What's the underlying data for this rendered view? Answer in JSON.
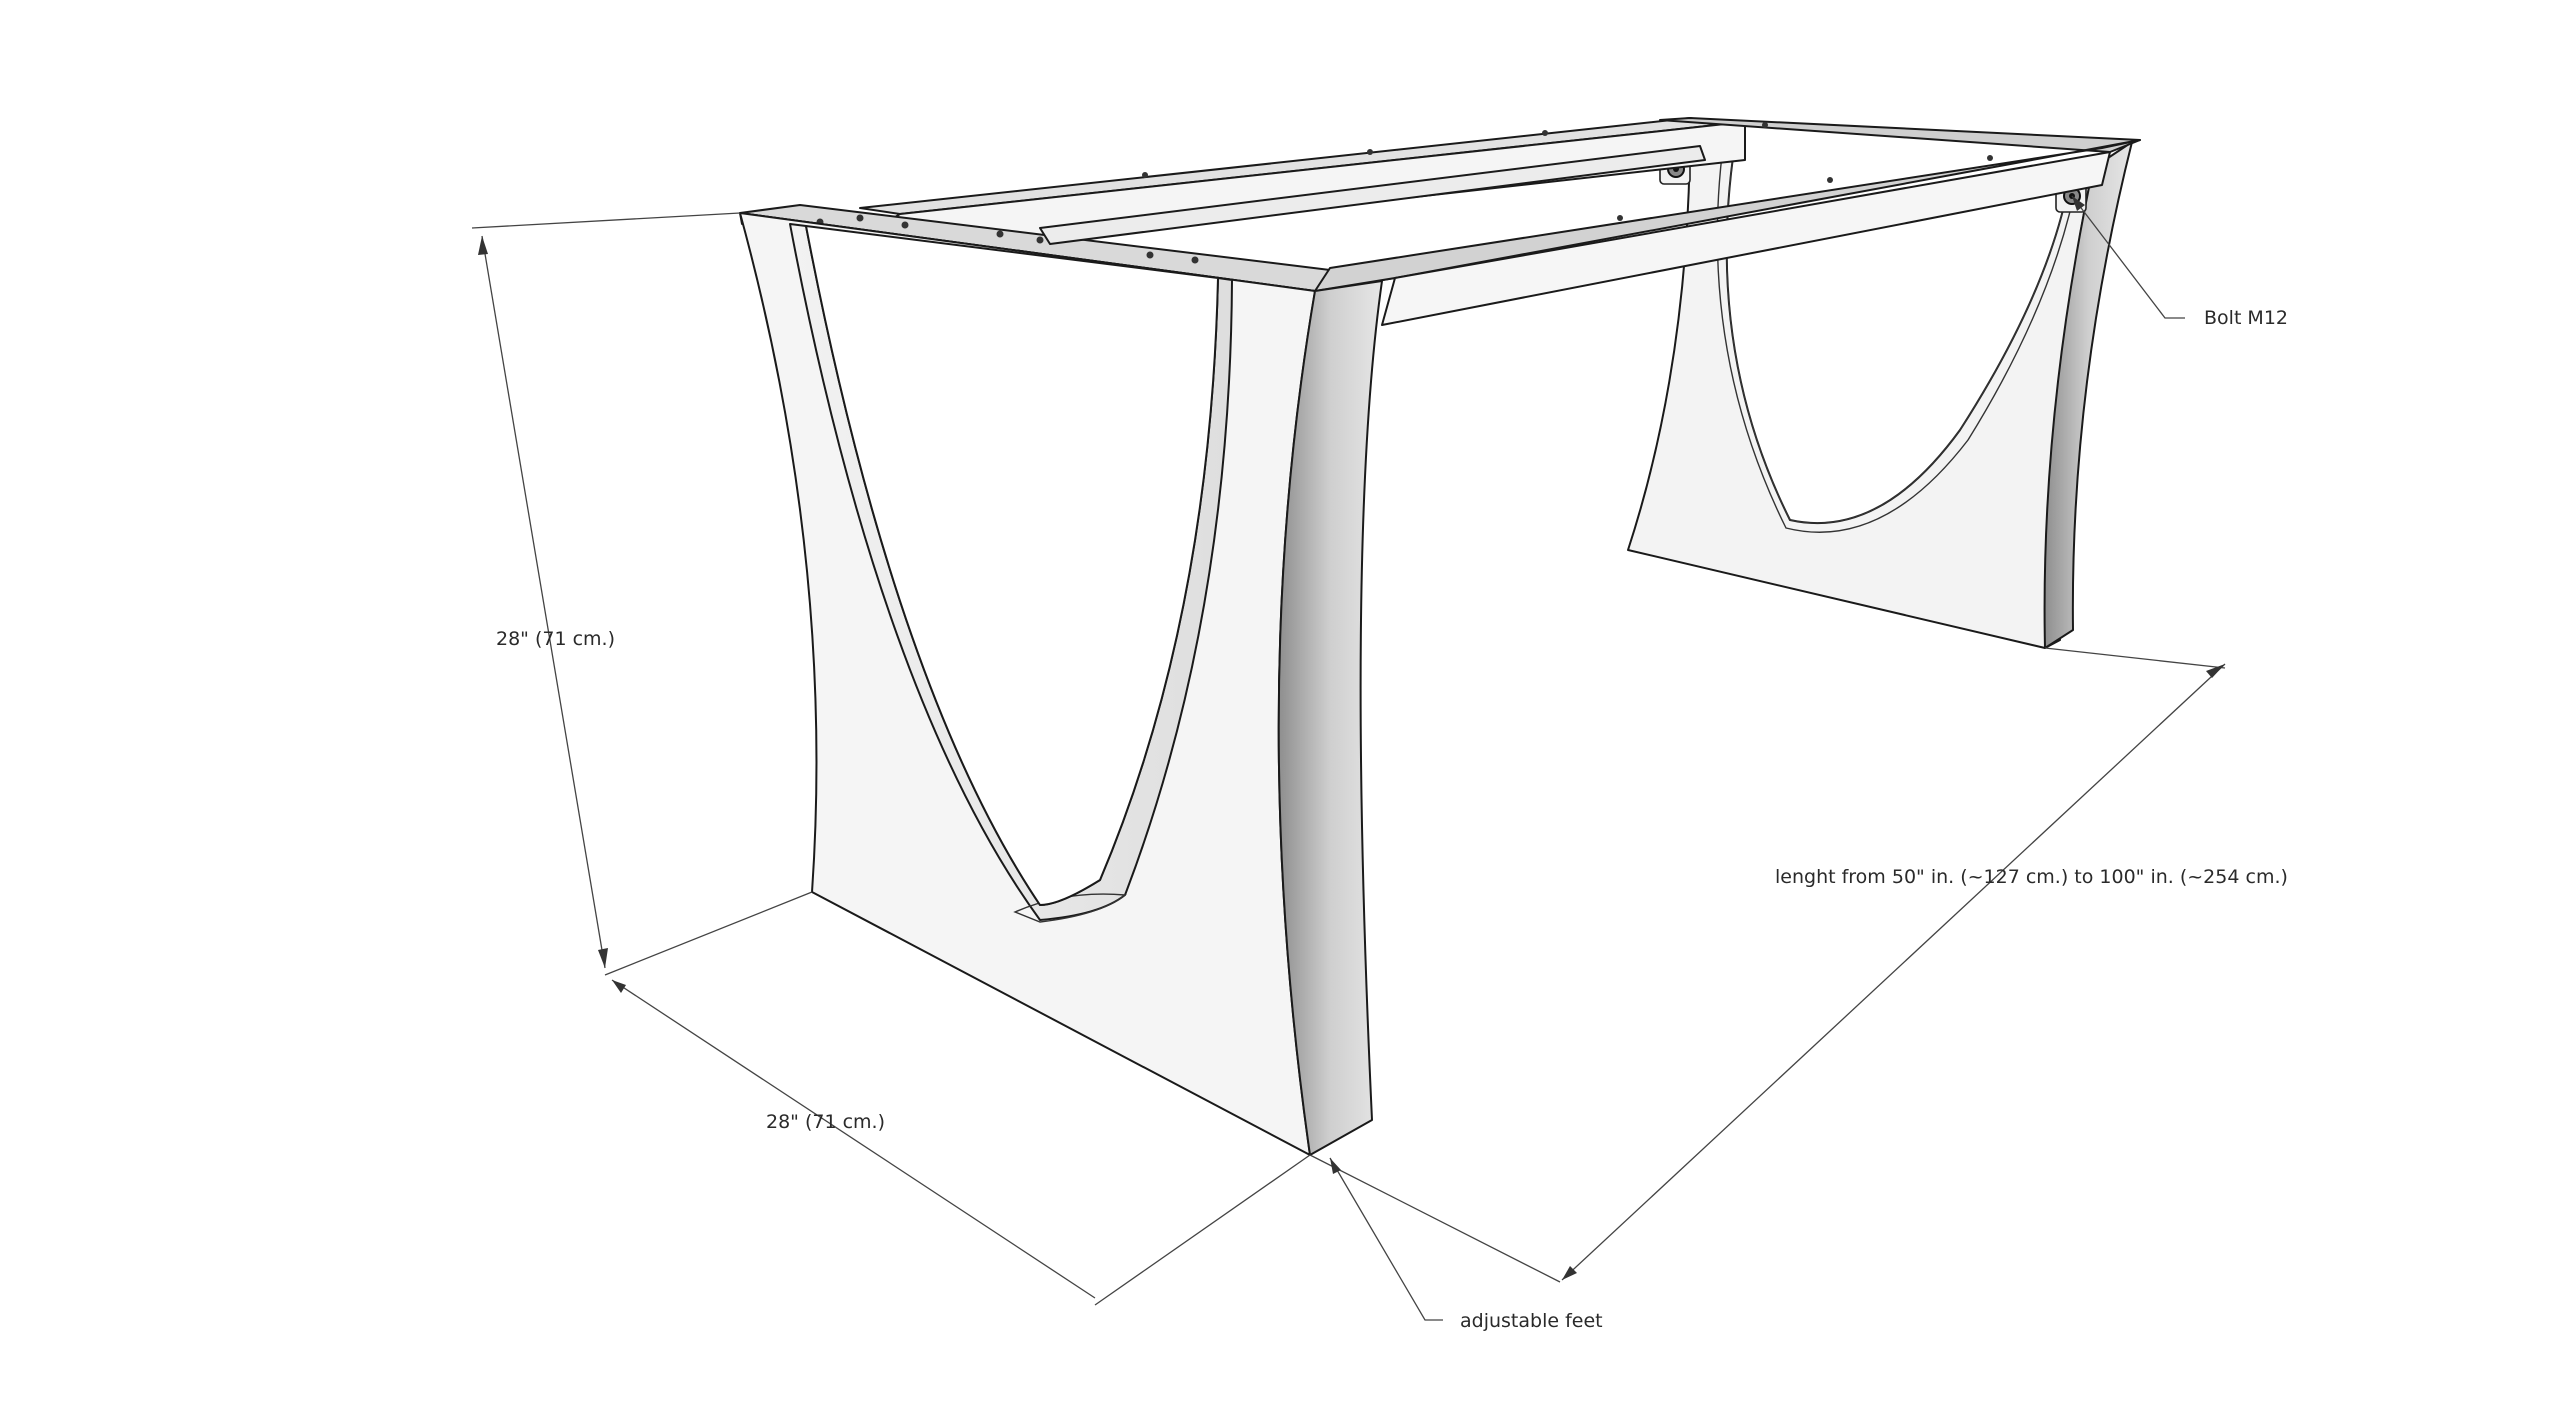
{
  "annotations": {
    "height_label": "28\" (71 cm.)",
    "width_label": "28\" (71 cm.)",
    "length_label": "lenght from 50\" in. (~127 cm.) to 100\" in. (~254 cm.)",
    "bolt_label": "Bolt M12",
    "feet_label": "adjustable feet"
  },
  "colors": {
    "background": "#ffffff",
    "face_light": "#f4f4f4",
    "face_mid": "#dcdcdc",
    "face_dark": "#9a9a9a",
    "line": "#1a1a1a"
  }
}
